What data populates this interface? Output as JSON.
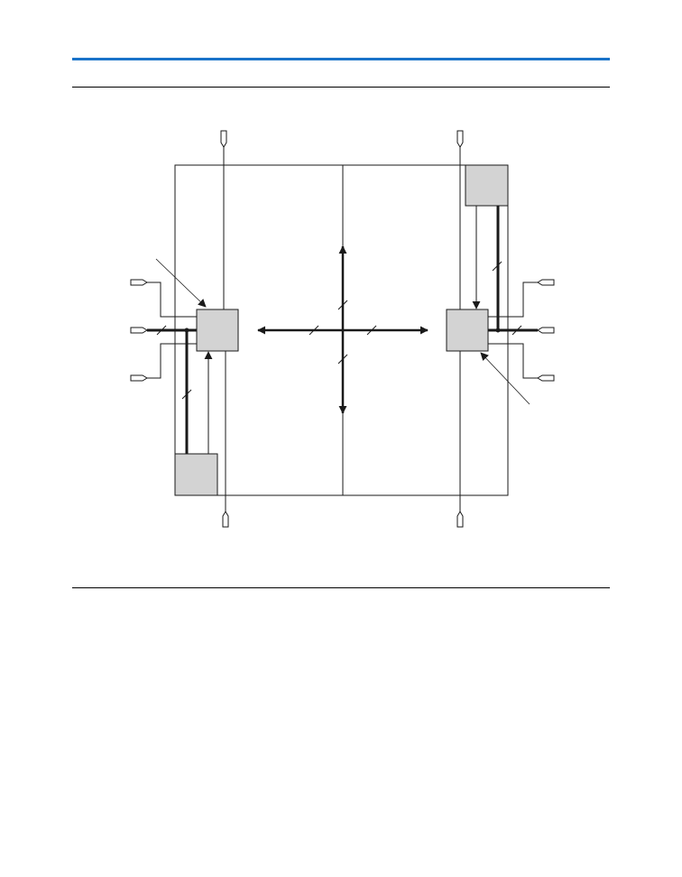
{
  "page": {
    "accent_color": "#1a73c9",
    "rule_color": "#000000"
  },
  "diagram": {
    "stroke_color": "#1a1a1a",
    "block_fill": "#d3d3d3",
    "pins": [
      "pin-icon",
      "pin-icon",
      "pin-icon",
      "pin-icon",
      "pin-icon",
      "pin-icon",
      "pin-icon",
      "pin-icon",
      "pin-icon",
      "pin-icon"
    ],
    "blocks": [
      "logic-block-left",
      "logic-block-right",
      "memory-block-top-right",
      "memory-block-bottom-left"
    ],
    "text_labels": []
  }
}
